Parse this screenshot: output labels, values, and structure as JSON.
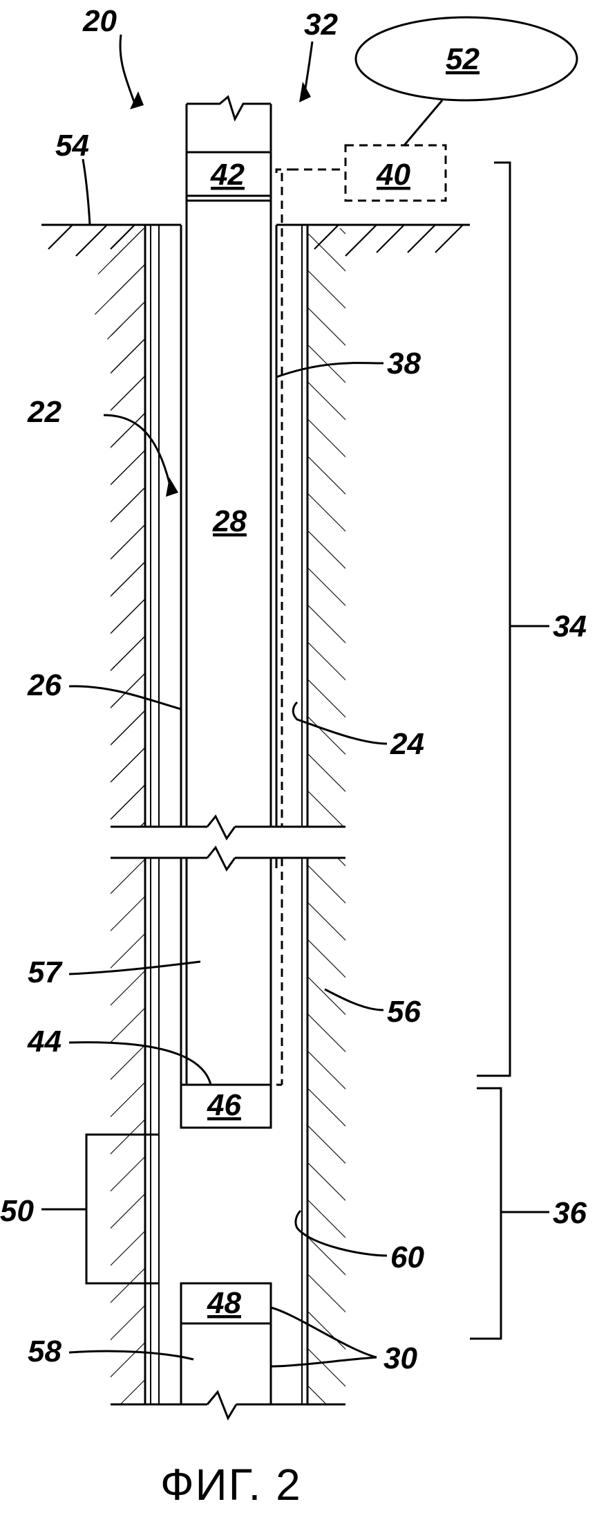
{
  "labels": {
    "l20": "20",
    "l32": "32",
    "l52": "52",
    "l54": "54",
    "l42": "42",
    "l40": "40",
    "l38": "38",
    "l22": "22",
    "l28": "28",
    "l34": "34",
    "l26": "26",
    "l24": "24",
    "l57": "57",
    "l56": "56",
    "l44": "44",
    "l46": "46",
    "l50": "50",
    "l36": "36",
    "l60": "60",
    "l48": "48",
    "l58": "58",
    "l30": "30"
  },
  "caption": "ФИГ. 2"
}
